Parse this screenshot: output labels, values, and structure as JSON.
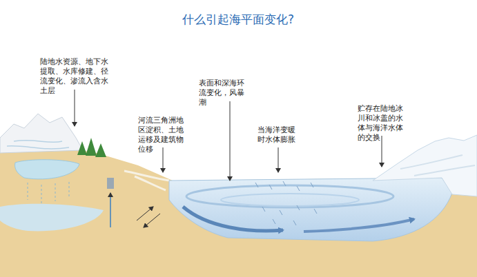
{
  "diagram": {
    "title": "什么引起海平面变化?",
    "labels": [
      "陆地水资源、地下水提取、水库修建、径流变化、渗流入含水土层",
      "河流三角洲地区淀积、土地运移及建筑物位移",
      "表面和深海环流变化，风暴潮",
      "当海洋变暖时水体膨胀",
      "贮存在陆地冰川和冰盖的水体与海洋水体的交换"
    ]
  }
}
